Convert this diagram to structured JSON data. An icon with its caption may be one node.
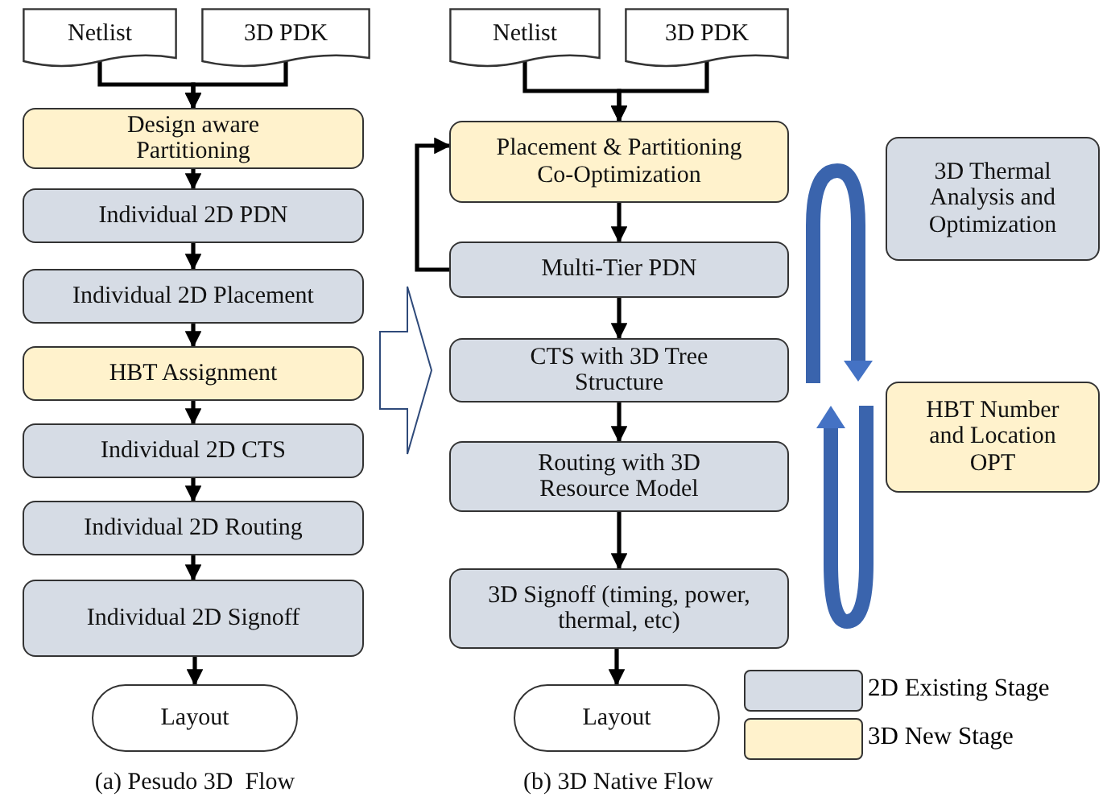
{
  "diagram": {
    "nodes": [
      {
        "text": [
          "(a) Pesudo 3D  Flow"
        ]
      },
      {
        "text": [
          "Netlist"
        ],
        "in": 0
      },
      {
        "text": [
          "3D PDK"
        ],
        "in": 0
      },
      {
        "text": [
          "Design aware Partitioning"
        ],
        "in": 0
      },
      {
        "text": [
          "Individual 2D PDN"
        ],
        "in": 0
      },
      {
        "text": [
          "Individual 2D Placement"
        ],
        "in": 0
      },
      {
        "text": [
          "HBT Assignment"
        ],
        "in": 0
      },
      {
        "text": [
          "Individual 2D CTS"
        ],
        "in": 0
      },
      {
        "text": [
          "Individual 2D Routing"
        ],
        "in": 0
      },
      {
        "text": [
          "Individual 2D Signoff"
        ],
        "in": 0
      },
      {
        "text": [
          "Layout"
        ],
        "in": 0
      },
      {
        "text": [
          "(b) 3D Native Flow"
        ]
      },
      {
        "text": [
          "Netlist"
        ],
        "in": 11
      },
      {
        "text": [
          "3D PDK"
        ],
        "in": 11
      },
      {
        "text": [
          "Placement & Partitioning Co-Optimization"
        ],
        "in": 11
      },
      {
        "text": [
          "Multi-Tier PDN"
        ],
        "in": 11
      },
      {
        "text": [
          "CTS with 3D Tree Structure"
        ],
        "in": 11
      },
      {
        "text": [
          "Routing with 3D Resource Model"
        ],
        "in": 11
      },
      {
        "text": [
          "3D Signoff (timing, power, thermal, etc)"
        ],
        "in": 11
      },
      {
        "text": [
          "Layout"
        ],
        "in": 11
      },
      {
        "text": [
          "3D Thermal Analysis and Optimization"
        ]
      },
      {
        "text": [
          "HBT Number and Location OPT"
        ]
      }
    ],
    "edges": [
      {
        "from": 1,
        "to": 3,
        "arrow": "to"
      },
      {
        "from": 2,
        "to": 3,
        "arrow": "to"
      },
      {
        "from": 3,
        "to": 4,
        "arrow": "to"
      },
      {
        "from": 4,
        "to": 5,
        "arrow": "to"
      },
      {
        "from": 5,
        "to": 6,
        "arrow": "to"
      },
      {
        "from": 6,
        "to": 7,
        "arrow": "to"
      },
      {
        "from": 7,
        "to": 8,
        "arrow": "to"
      },
      {
        "from": 8,
        "to": 9,
        "arrow": "to"
      },
      {
        "from": 9,
        "to": 10,
        "arrow": "to"
      },
      {
        "from": 12,
        "to": 14,
        "arrow": "to"
      },
      {
        "from": 13,
        "to": 14,
        "arrow": "to"
      },
      {
        "from": 14,
        "to": 15,
        "arrow": "to"
      },
      {
        "from": 15,
        "to": 14,
        "arrow": "to"
      },
      {
        "from": 15,
        "to": 16,
        "arrow": "to"
      },
      {
        "from": 16,
        "to": 17,
        "arrow": "to"
      },
      {
        "from": 17,
        "to": 18,
        "arrow": "to"
      },
      {
        "from": 18,
        "to": 19,
        "arrow": "to"
      },
      {
        "from": 0,
        "to": 11,
        "arrow": "to"
      }
    ],
    "legend": [
      {
        "text": "2D Existing Stage",
        "color": "#d6dce5"
      },
      {
        "text": "3D New Stage",
        "color": "#fff2cc"
      }
    ]
  }
}
